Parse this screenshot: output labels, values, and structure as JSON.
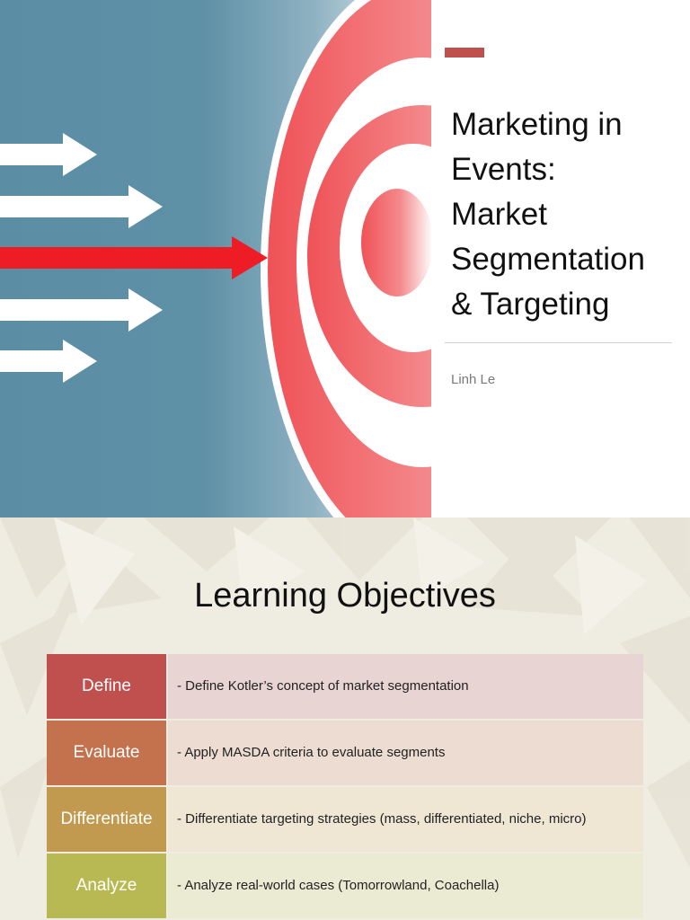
{
  "slide1": {
    "title_lines": [
      "Marketing in",
      "Events:",
      "Market",
      "Segmentation",
      "& Targeting"
    ],
    "author": "Linh Le",
    "colors": {
      "background_blue": "#5b8ea5",
      "accent_red": "#c0504d",
      "arrow_red": "#ee1c25",
      "target_red": "#ef6a6e"
    },
    "icons": [
      "arrow-icon",
      "target-icon"
    ]
  },
  "slide2": {
    "title": "Learning Objectives",
    "objectives": [
      {
        "label": "Define",
        "description": "- Define Kotler’s concept of market segmentation",
        "label_color": "#c0504d",
        "row_color": "#e8d4d2"
      },
      {
        "label": "Evaluate",
        "description": "- Apply MASDA criteria to evaluate segments",
        "label_color": "#c4714d",
        "row_color": "#eddcd2"
      },
      {
        "label": "Differentiate",
        "description": "- Differentiate targeting strategies (mass, differentiated, niche, micro)",
        "label_color": "#c29a4f",
        "row_color": "#efe6d4"
      },
      {
        "label": "Analyze",
        "description": "- Analyze real-world cases (Tomorrowland, Coachella)",
        "label_color": "#b9b953",
        "row_color": "#ebebd3"
      }
    ]
  }
}
